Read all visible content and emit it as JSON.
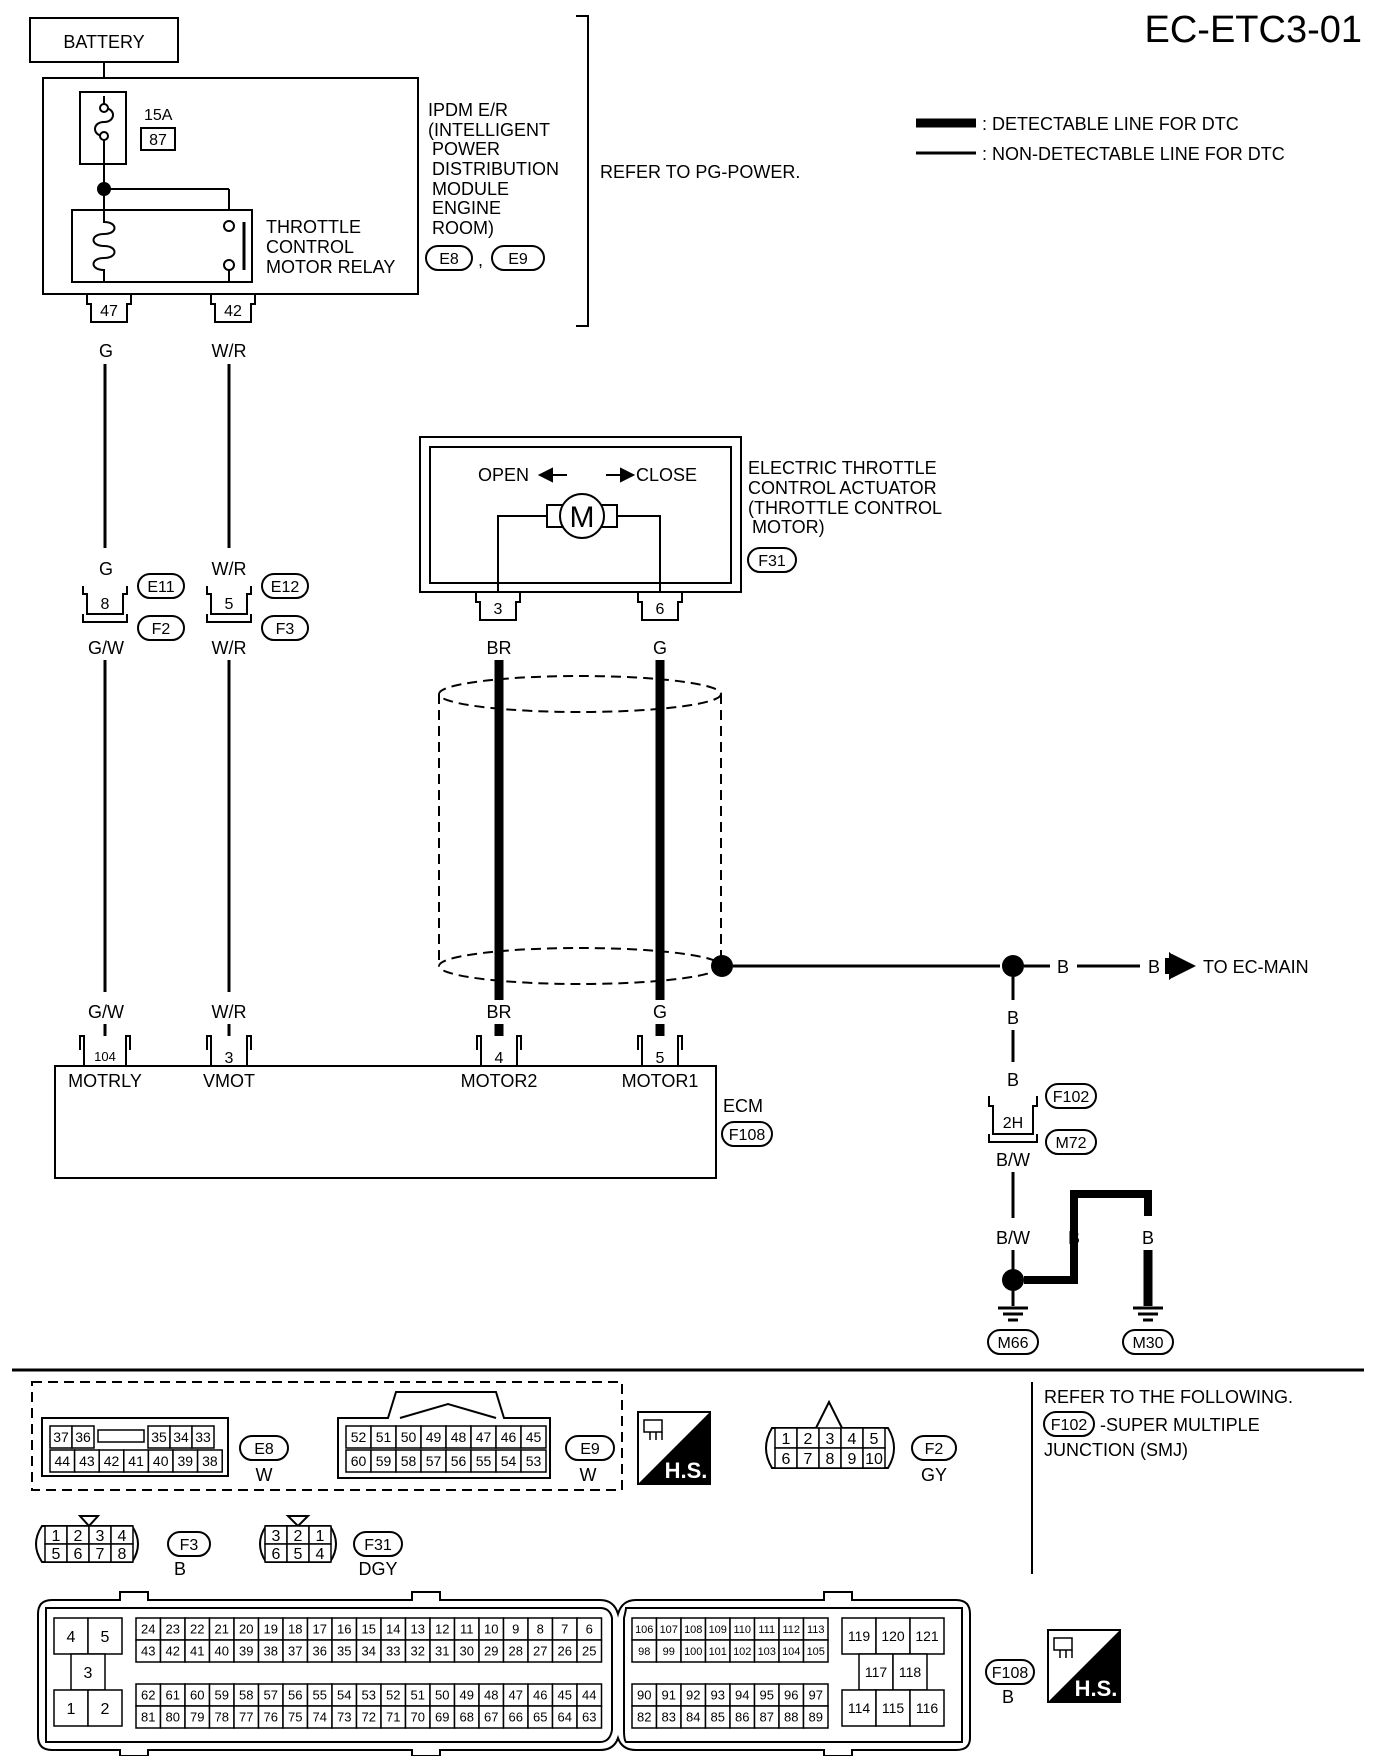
{
  "page_title": "EC-ETC3-01",
  "battery": "BATTERY",
  "fuse": {
    "amp": "15A",
    "number": "87"
  },
  "ipdm": {
    "lines": [
      "IPDM E/R",
      "(INTELLIGENT",
      "POWER",
      "DISTRIBUTION",
      "MODULE",
      "ENGINE",
      "ROOM)"
    ],
    "connectors": [
      "E8",
      "E9"
    ],
    "sep": ","
  },
  "relay": {
    "lines": [
      "THROTTLE",
      "CONTROL",
      "MOTOR RELAY"
    ]
  },
  "refer_pg": "REFER TO PG-POWER.",
  "legend": [
    {
      "label": ": DETECTABLE LINE FOR DTC",
      "style": "thick"
    },
    {
      "label": ": NON-DETECTABLE LINE FOR DTC",
      "style": "thin"
    }
  ],
  "ipdm_pins": [
    "47",
    "42"
  ],
  "wire_colors": {
    "g": "G",
    "wr": "W/R",
    "gw": "G/W",
    "br": "BR",
    "b": "B",
    "bw": "B/W"
  },
  "joint_connectors": {
    "pin_a": "8",
    "pin_b": "5",
    "e11": "E11",
    "f2": "F2",
    "e12": "E12",
    "f3": "F3"
  },
  "actuator": {
    "open": "OPEN",
    "close": "CLOSE",
    "motor_symbol": "M",
    "lines": [
      "ELECTRIC THROTTLE",
      "CONTROL ACTUATOR",
      "(THROTTLE CONTROL",
      "MOTOR)"
    ],
    "connector": "F31",
    "pins": [
      "3",
      "6"
    ]
  },
  "to_ec_main": "TO EC-MAIN",
  "ecm": {
    "label": "ECM",
    "connector": "F108",
    "pins": [
      {
        "num": "104",
        "name": "MOTRLY"
      },
      {
        "num": "3",
        "name": "VMOT"
      },
      {
        "num": "4",
        "name": "MOTOR2"
      },
      {
        "num": "5",
        "name": "MOTOR1"
      }
    ]
  },
  "smj": {
    "pin": "2H",
    "top": "F102",
    "bottom": "M72"
  },
  "grounds": [
    "M66",
    "M30"
  ],
  "refer_following": [
    "REFER TO THE FOLLOWING.",
    "-SUPER MULTIPLE",
    "JUNCTION (SMJ)"
  ],
  "refer_conn": "F102",
  "hs_badge": "H.S.",
  "connector_views": {
    "e8": {
      "name": "E8",
      "color": "W",
      "row1": [
        "37",
        "36",
        "",
        "35",
        "34",
        "33"
      ],
      "row2": [
        "44",
        "43",
        "42",
        "41",
        "40",
        "39",
        "38"
      ]
    },
    "e9": {
      "name": "E9",
      "color": "W",
      "row1": [
        "52",
        "51",
        "50",
        "49",
        "48",
        "47",
        "46",
        "45"
      ],
      "row2": [
        "60",
        "59",
        "58",
        "57",
        "56",
        "55",
        "54",
        "53"
      ]
    },
    "f2": {
      "name": "F2",
      "color": "GY",
      "row1": [
        "1",
        "2",
        "3",
        "4",
        "5"
      ],
      "row2": [
        "6",
        "7",
        "8",
        "9",
        "10"
      ]
    },
    "f3": {
      "name": "F3",
      "color": "B",
      "row1": [
        "1",
        "2",
        "3",
        "4"
      ],
      "row2": [
        "5",
        "6",
        "7",
        "8"
      ]
    },
    "f31": {
      "name": "F31",
      "color": "DGY",
      "row1": [
        "3",
        "2",
        "1"
      ],
      "row2": [
        "6",
        "5",
        "4"
      ]
    },
    "f108": {
      "name": "F108",
      "color": "B",
      "left_block": [
        "4",
        "5",
        "3",
        "1",
        "2"
      ],
      "row1": [
        "24",
        "23",
        "22",
        "21",
        "20",
        "19",
        "18",
        "17",
        "16",
        "15",
        "14",
        "13",
        "12",
        "11",
        "10",
        "9",
        "8",
        "7",
        "6"
      ],
      "row2": [
        "43",
        "42",
        "41",
        "40",
        "39",
        "38",
        "37",
        "36",
        "35",
        "34",
        "33",
        "32",
        "31",
        "30",
        "29",
        "28",
        "27",
        "26",
        "25"
      ],
      "row3": [
        "62",
        "61",
        "60",
        "59",
        "58",
        "57",
        "56",
        "55",
        "54",
        "53",
        "52",
        "51",
        "50",
        "49",
        "48",
        "47",
        "46",
        "45",
        "44"
      ],
      "row4": [
        "81",
        "80",
        "79",
        "78",
        "77",
        "76",
        "75",
        "74",
        "73",
        "72",
        "71",
        "70",
        "69",
        "68",
        "67",
        "66",
        "65",
        "64",
        "63"
      ],
      "mid_row1": [
        "106",
        "107",
        "108",
        "109",
        "110",
        "111",
        "112",
        "113"
      ],
      "mid_row2": [
        "98",
        "99",
        "100",
        "101",
        "102",
        "103",
        "104",
        "105"
      ],
      "mid_row3": [
        "90",
        "91",
        "92",
        "93",
        "94",
        "95",
        "96",
        "97"
      ],
      "mid_row4": [
        "82",
        "83",
        "84",
        "85",
        "86",
        "87",
        "88",
        "89"
      ],
      "right_block": [
        "119",
        "120",
        "121",
        "117",
        "118",
        "114",
        "115",
        "116"
      ]
    }
  }
}
